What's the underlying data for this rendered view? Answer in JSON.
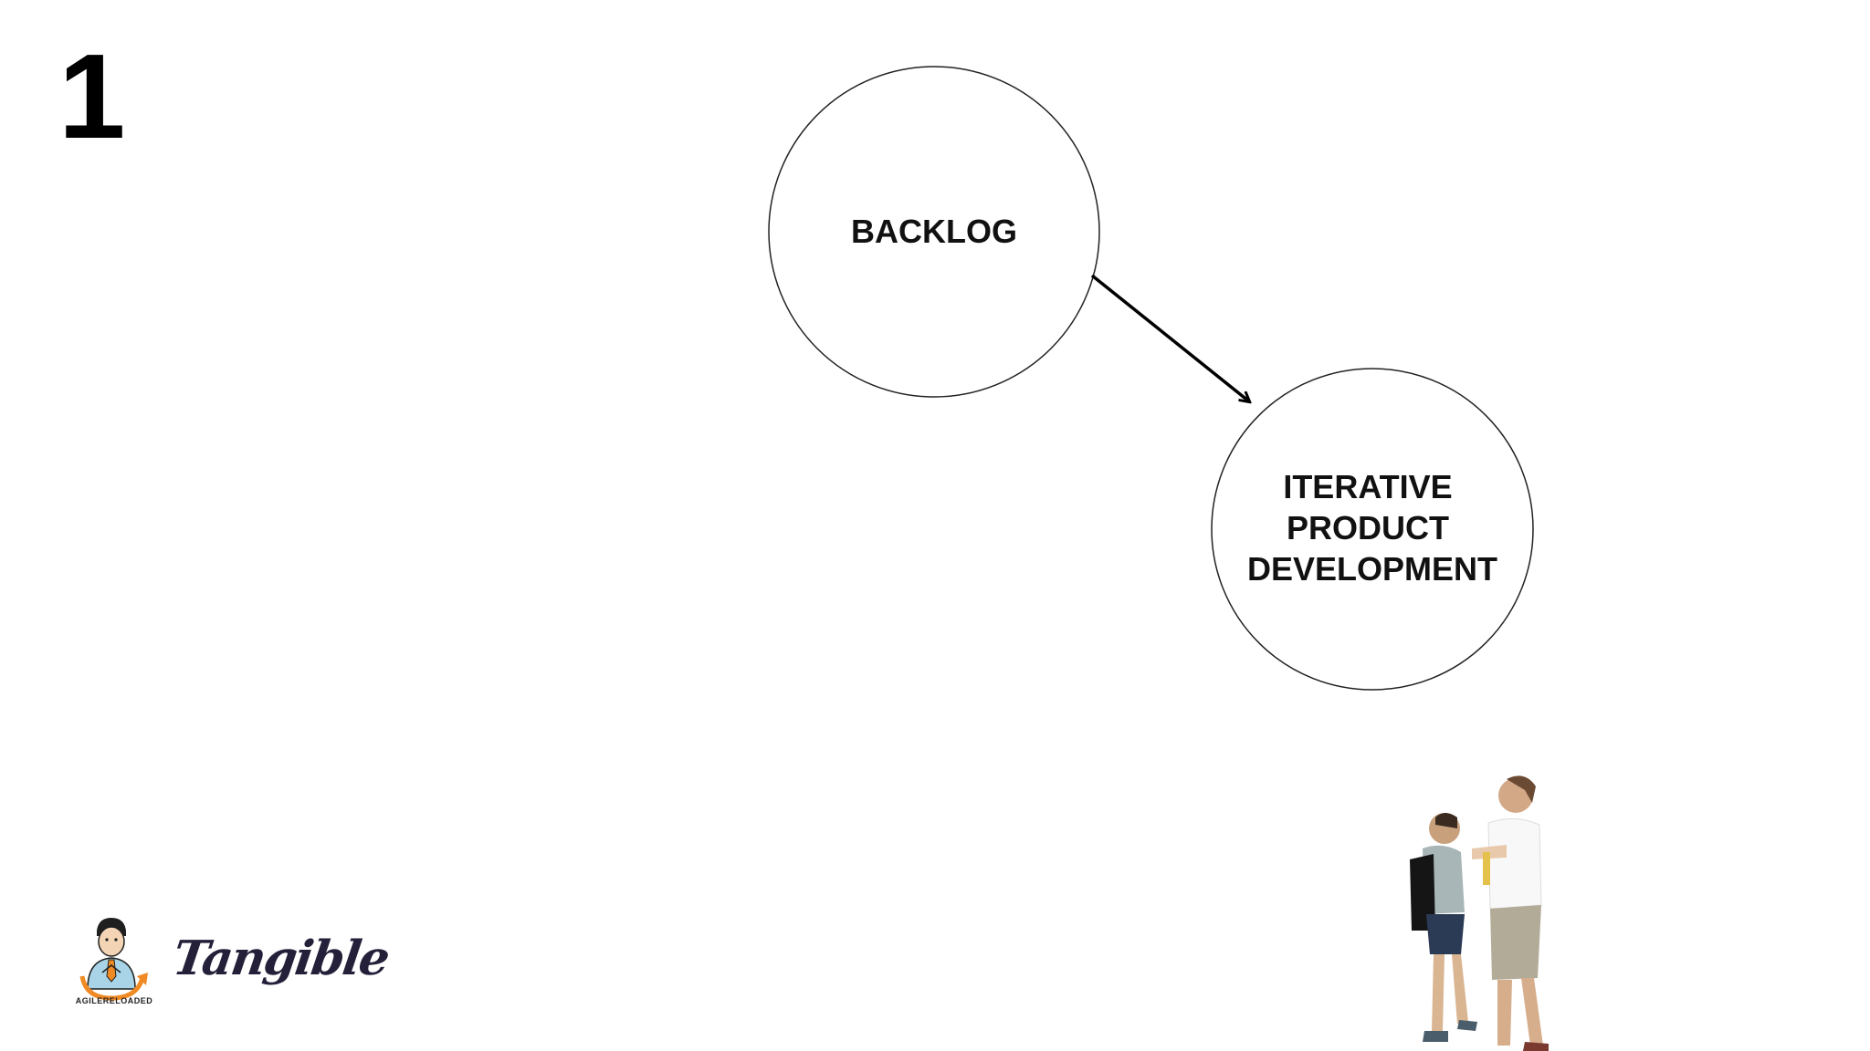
{
  "slide": {
    "number": "1"
  },
  "diagram": {
    "nodes": [
      {
        "id": "backlog",
        "lines": [
          "BACKLOG"
        ]
      },
      {
        "id": "iterative-product-development",
        "lines": [
          "ITERATIVE",
          "PRODUCT",
          "DEVELOPMENT"
        ]
      }
    ],
    "edges": [
      {
        "from": "backlog",
        "to": "iterative-product-development"
      }
    ]
  },
  "logos": {
    "agile_text": "AGILERELOADED",
    "tangible_text": "Tangible"
  },
  "colors": {
    "background": "#ffffff",
    "text": "#000000",
    "agile_orange": "#f08a24",
    "agile_blue": "#a9d4e8",
    "tangible_ink": "#24203a"
  }
}
